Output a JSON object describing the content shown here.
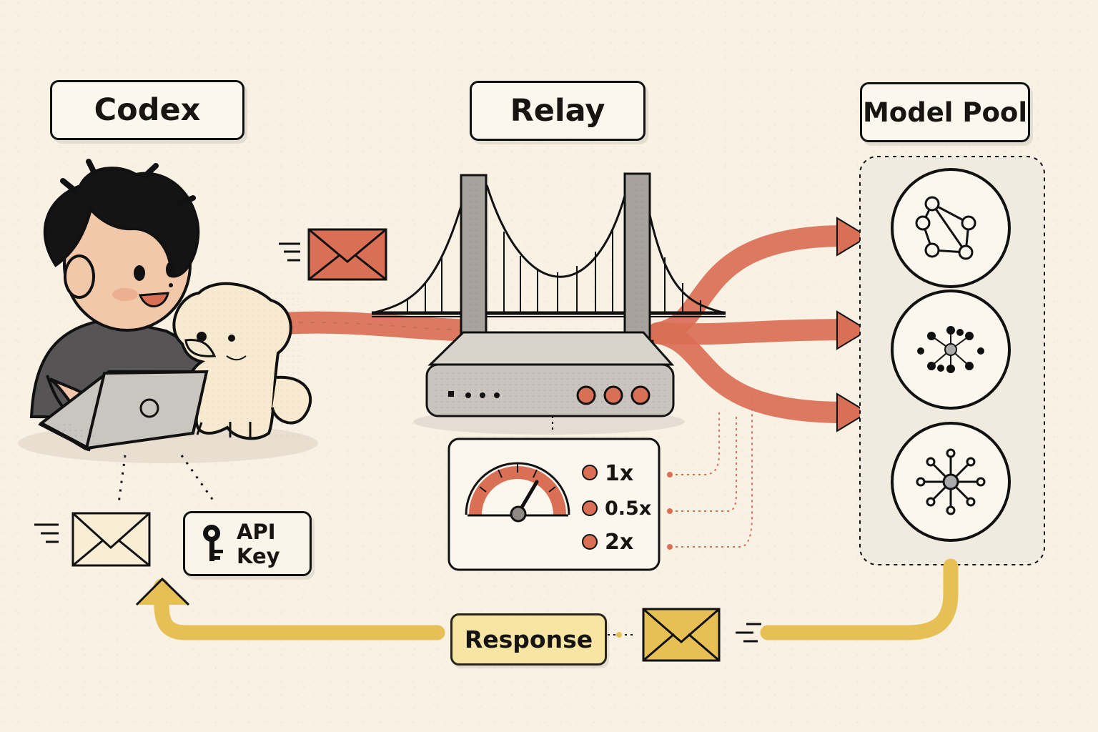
{
  "labels": {
    "codex": "Codex",
    "relay": "Relay",
    "model_pool": "Model Pool",
    "api_key": "API Key",
    "response": "Response"
  },
  "speed_options": [
    {
      "label": "1x",
      "color": "#cf6b4b"
    },
    {
      "label": "0.5x",
      "color": "#cf6b4b"
    },
    {
      "label": "2x",
      "color": "#cf6b4b"
    }
  ],
  "icons": [
    "pentagon-network-icon",
    "cluster-network-icon",
    "star-network-icon",
    "envelope-icon",
    "key-icon",
    "speedometer-icon",
    "bridge-icon",
    "router-icon",
    "laptop-icon",
    "dog-icon",
    "person-icon"
  ],
  "colors": {
    "background": "#f8f1e4",
    "orange": "#d96f55",
    "yellow": "#e6bf55",
    "ink": "#111111",
    "pool_background": "#f1eadf"
  }
}
